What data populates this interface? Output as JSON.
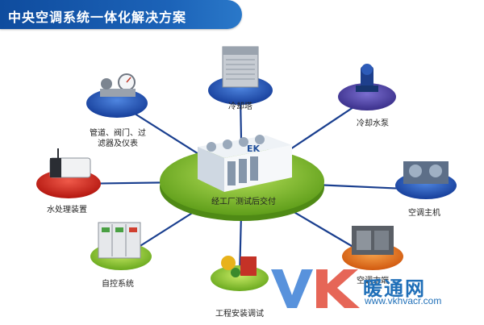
{
  "title": "中央空调系统一体化解决方案",
  "center": {
    "label": "经工厂测试后交付",
    "brand": "EK"
  },
  "nodes": {
    "cooling_tower": "冷却塔",
    "cooling_pump": "冷却水泵",
    "chiller": "空调主机",
    "terminal": "空调末端",
    "install": "工程安装调试",
    "control": "自控系统",
    "water_treatment": "水处理装置",
    "pipes_line1": "管道、阀门、过",
    "pipes_line2": "滤器及仪表"
  },
  "watermark": {
    "text": "暖通网",
    "url": "www.vkhvacr.com"
  },
  "colors": {
    "title_bg": "#1c63b8",
    "disc_green": "#7fbf2a",
    "line_blue": "#1a3f8f"
  }
}
